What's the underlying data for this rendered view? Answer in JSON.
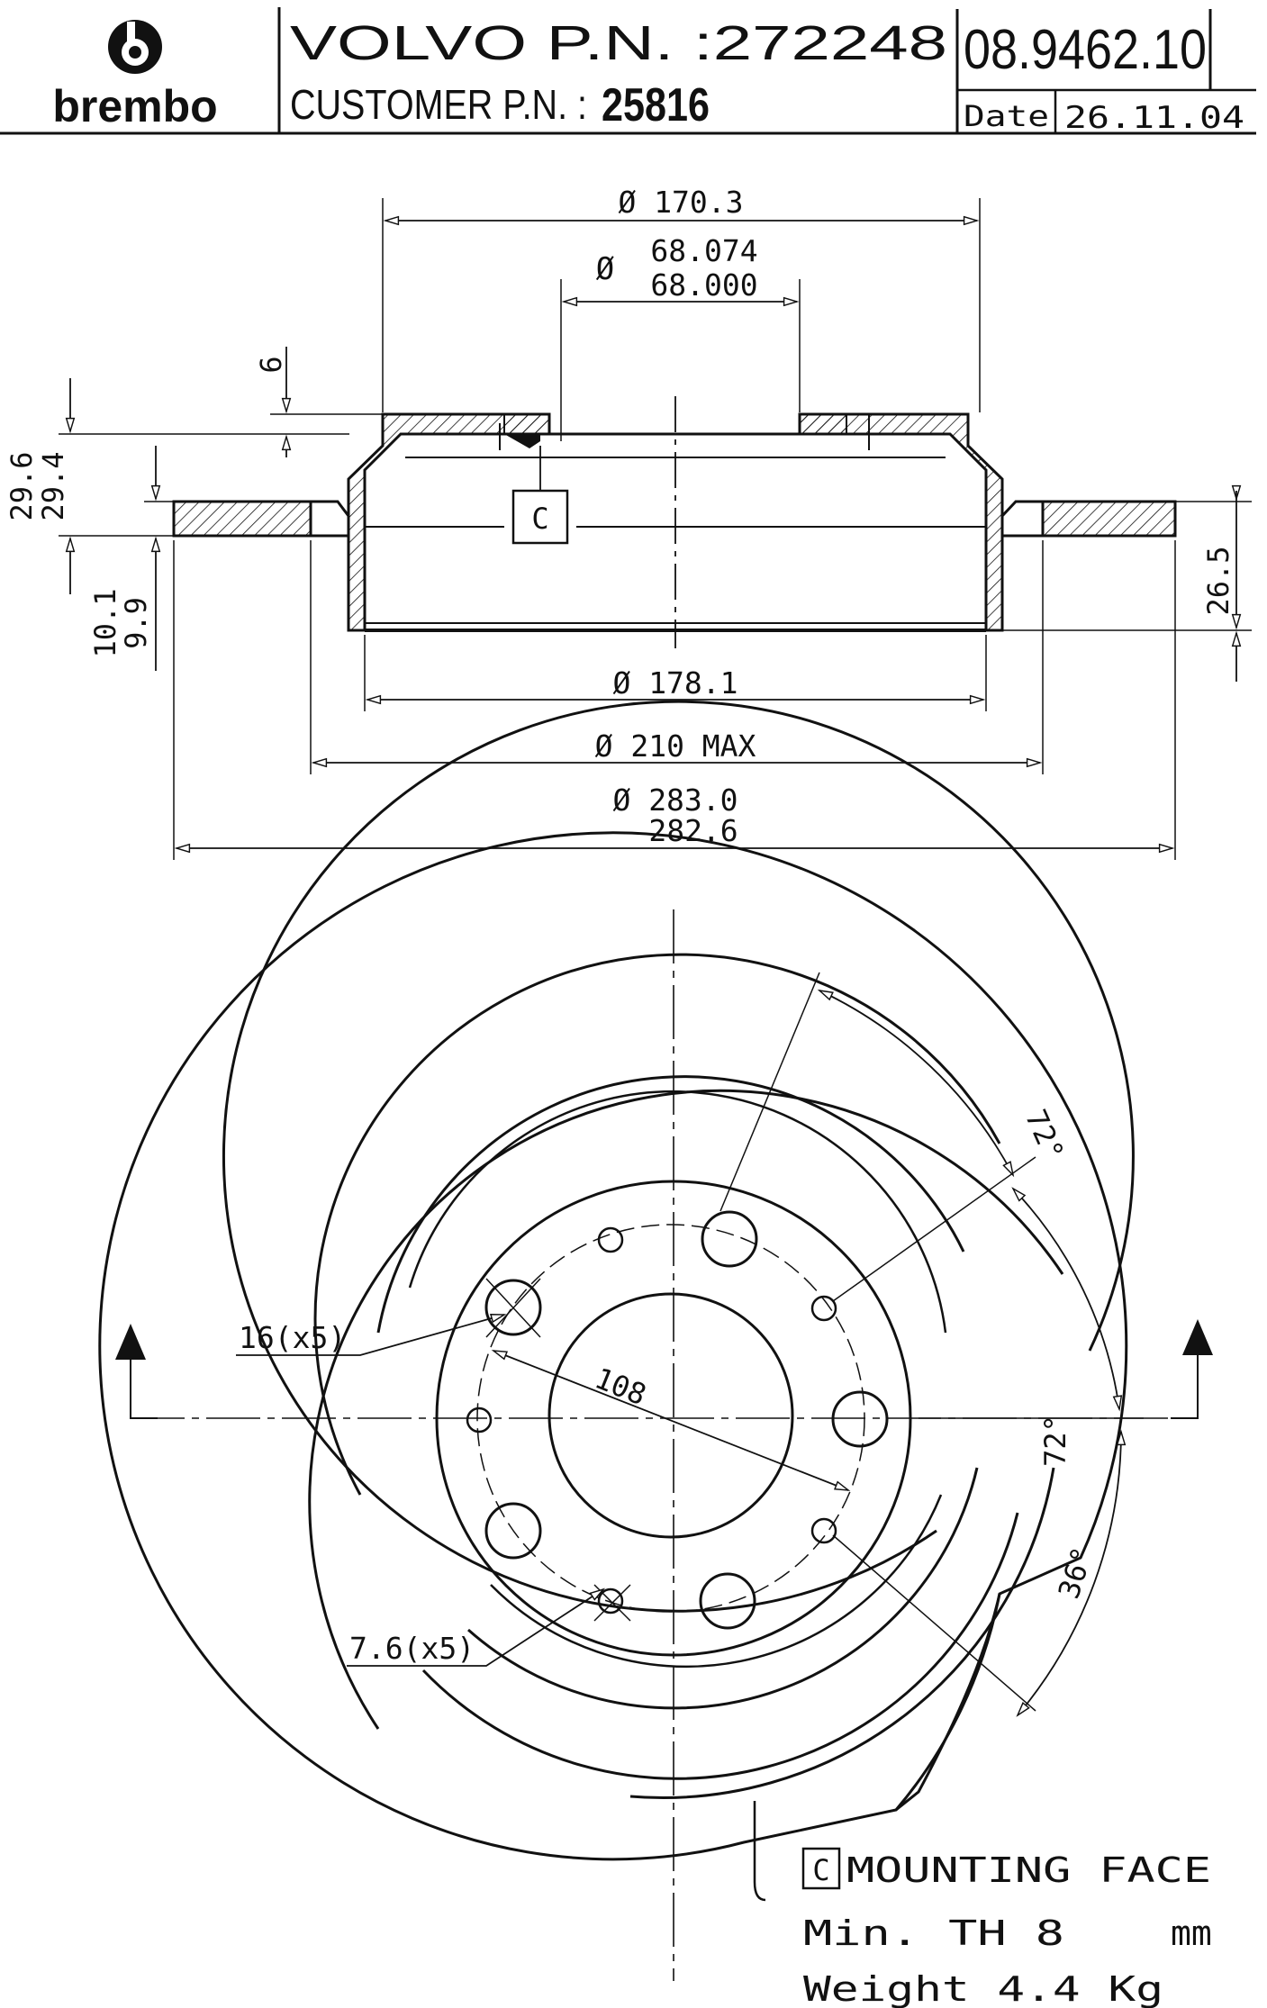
{
  "header": {
    "brand": "brembo",
    "oem_part": "VOLVO P.N. :272248",
    "customer_part_label": "CUSTOMER P.N. :",
    "customer_part_value": "25816",
    "drawing_number": "08.9462.10",
    "date_label": "Date",
    "date_value": "26.11.04"
  },
  "section_view": {
    "dim_outer_top": "Ø 170.3",
    "dim_bore_max": "68.074",
    "dim_bore_min": "68.000",
    "dim_bore_symbol": "Ø",
    "dim_hat_thickness": "6",
    "dim_height_max": "29.6",
    "dim_height_min": "29.4",
    "dim_offset_max": "10.1",
    "dim_offset_min": "9.9",
    "dim_drum_depth": "26.5",
    "datum_label": "C",
    "dim_drum_inner": "Ø 178.1",
    "dim_hat_max": "Ø 210 MAX",
    "dim_outer_max": "Ø 283.0",
    "dim_outer_min": "282.6"
  },
  "face_view": {
    "dim_bolt_hole": "16(x5)",
    "dim_small_hole": "7.6(x5)",
    "dim_pcd": "108",
    "angle_top": "72°",
    "angle_mid": "72°",
    "angle_bottom": "36°"
  },
  "notes": {
    "datum_label": "C",
    "mounting_face": "MOUNTING FACE",
    "min_th_label": "Min. TH 8",
    "min_th_unit": "mm",
    "weight": "Weight 4.4 Kg"
  }
}
